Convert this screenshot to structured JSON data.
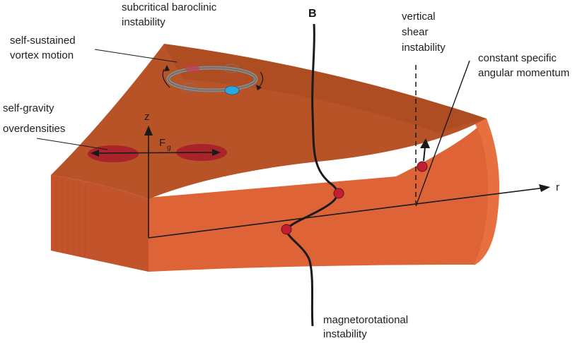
{
  "labels": {
    "baroclinic_line1": "subcritical baroclinic",
    "baroclinic_line2": "instability",
    "vortex_line1": "self-sustained",
    "vortex_line2": "vortex motion",
    "gravity_line1": "self-gravity",
    "gravity_line2": "overdensities",
    "field_label": "B",
    "vshear_line1": "vertical",
    "vshear_line2": "shear",
    "vshear_line3": "instability",
    "angmom_line1": "constant specific",
    "angmom_line2": "angular momentum",
    "mri_line1": "magnetorotational",
    "mri_line2": "instability"
  },
  "axes": {
    "z": "z",
    "r": "r",
    "force_main": "F",
    "force_sub": "g"
  },
  "colors": {
    "disk_top": "#B85227",
    "disk_top_dark": "#A8481F",
    "disk_side": "#DE6437",
    "disk_side_edge": "#E8703F",
    "disk_left_face": "#C2532A",
    "overdensity": "#A8232A",
    "red_dot": "#C02032",
    "blue_dot": "#2AA6E0",
    "line": "#1a1a1a",
    "vortex_ring": "#8A8A8A"
  }
}
